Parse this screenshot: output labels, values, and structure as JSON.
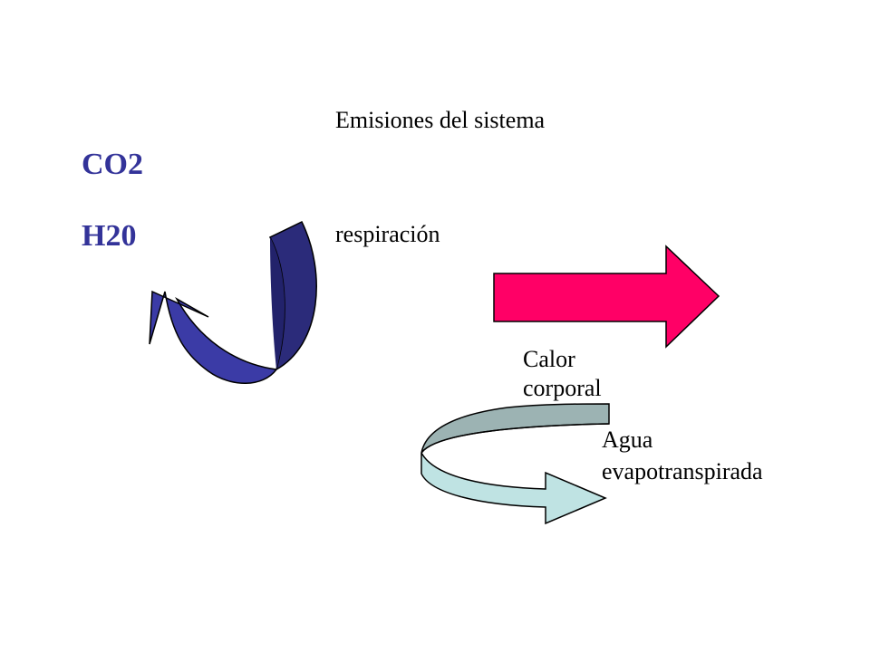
{
  "title": "Emisiones  del sistema",
  "gases": [
    "CO2",
    "H20"
  ],
  "respiration_label": "respiración",
  "heat_label": [
    "Calor",
    "corporal"
  ],
  "water_label": [
    "Agua",
    "evapotranspirada"
  ],
  "colors": {
    "gas_text": "#333399",
    "respiration_arrow_outer": "#2b2b7a",
    "respiration_arrow_inner": "#3b3ba6",
    "heat_arrow": "#ff0066",
    "water_arrow_top": "#9cb3b3",
    "water_arrow_bottom": "#bfe3e3"
  }
}
